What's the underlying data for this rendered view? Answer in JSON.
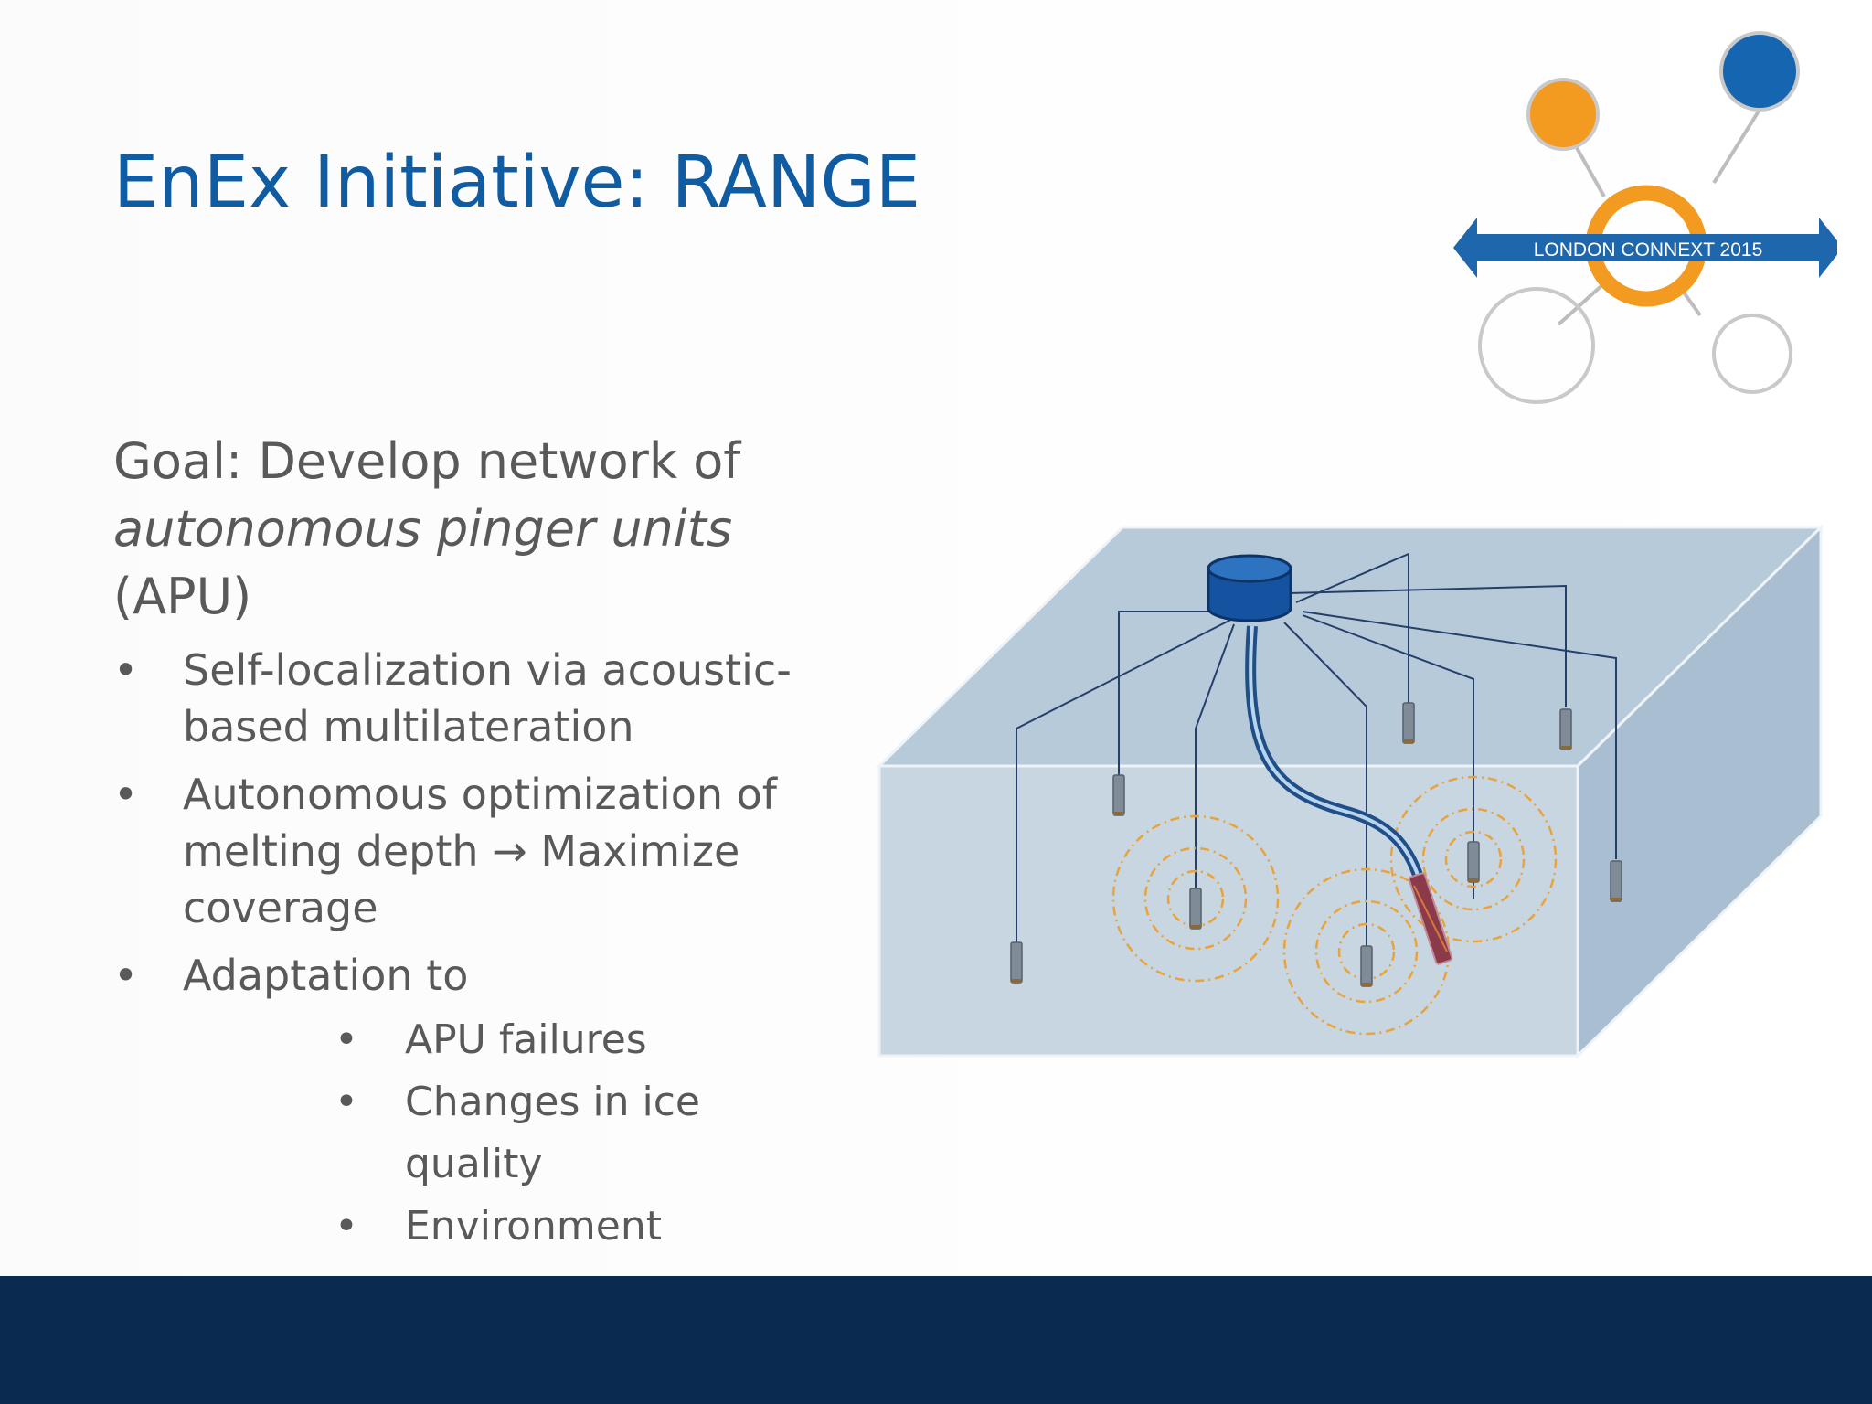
{
  "slide": {
    "title": "EnEx Initiative: RANGE"
  },
  "logo": {
    "banner_text": "LONDON CONNEXT 2015",
    "colors": {
      "orange": "#f39a21",
      "blue": "#1565b0",
      "gray": "#c9c9c9"
    }
  },
  "goal": {
    "prefix": "Goal: Develop network of",
    "italic": "autonomous pinger units",
    "suffix": "(APU)"
  },
  "bullets": [
    {
      "text": "Self-localization via acoustic-based multilateration"
    },
    {
      "text": "Autonomous optimization of melting depth → Maximize coverage"
    },
    {
      "text": "Adaptation to"
    }
  ],
  "sub_bullets": [
    {
      "text": "APU failures"
    },
    {
      "text": "Changes in ice quality"
    },
    {
      "text": "Environment"
    }
  ],
  "bullet_symbol": "•",
  "colors": {
    "title": "#0f5ca3",
    "body_text": "#595959",
    "footer": "#0b2a4f",
    "ice_front": "#c3d3e0",
    "ice_top": "#b7cada",
    "ice_side": "#a9bfd1"
  }
}
